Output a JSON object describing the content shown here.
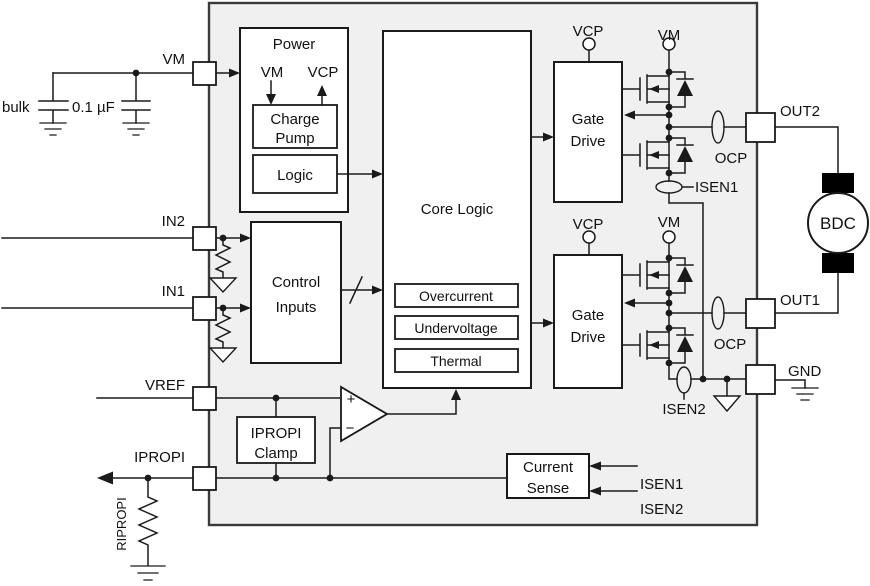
{
  "colors": {
    "chip_fill": "#f0f0f0",
    "chip_border": "#3a3a3a",
    "line": "#1a1a1a",
    "block_fill": "#ffffff",
    "motor_brush": "#000000"
  },
  "external": {
    "bulk_cap": "bulk",
    "bypass_cap": "0.1 µF",
    "sense_resistor": "RIPROPI",
    "motor": "BDC"
  },
  "pins": {
    "vm": "VM",
    "in2": "IN2",
    "in1": "IN1",
    "vref": "VREF",
    "ipropi": "IPROPI",
    "out2": "OUT2",
    "out1": "OUT1",
    "gnd": "GND"
  },
  "power": {
    "title": "Power",
    "vm": "VM",
    "vcp": "VCP",
    "charge_pump_1": "Charge",
    "charge_pump_2": "Pump",
    "logic": "Logic"
  },
  "control": {
    "line1": "Control",
    "line2": "Inputs"
  },
  "core": {
    "title": "Core Logic",
    "monitors": [
      "Overcurrent",
      "Undervoltage",
      "Thermal"
    ]
  },
  "amp": {
    "plus": "+",
    "minus": "−"
  },
  "clamp": {
    "line1": "IPROPI",
    "line2": "Clamp"
  },
  "bridge_top": {
    "vcp": "VCP",
    "vm": "VM",
    "gate_1": "Gate",
    "gate_2": "Drive",
    "ocp": "OCP",
    "isen": "ISEN1"
  },
  "bridge_bottom": {
    "vcp": "VCP",
    "vm": "VM",
    "gate_1": "Gate",
    "gate_2": "Drive",
    "ocp": "OCP",
    "isen": "ISEN2"
  },
  "current_sense": {
    "line1": "Current",
    "line2": "Sense",
    "isen1": "ISEN1",
    "isen2": "ISEN2"
  }
}
